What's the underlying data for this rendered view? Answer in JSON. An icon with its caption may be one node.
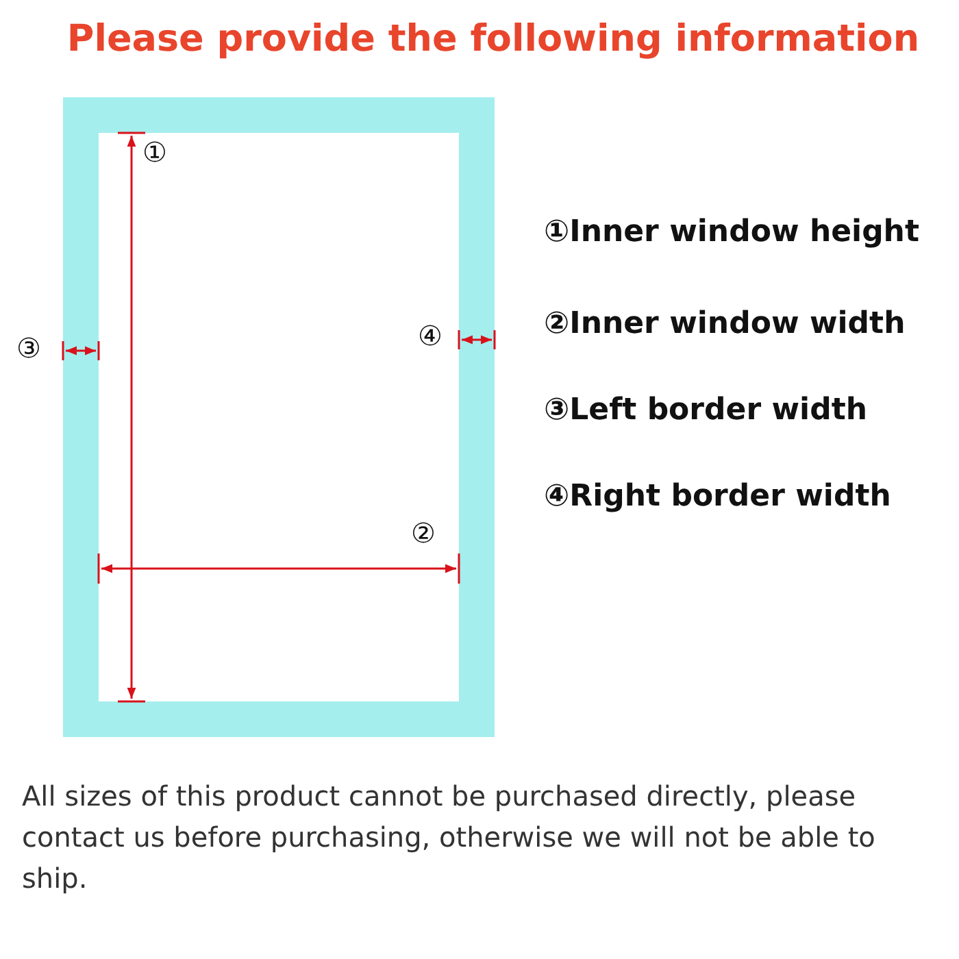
{
  "diagram": {
    "title": "Please provide the following information",
    "labels": [
      "①",
      "②",
      "③",
      "④",
      "①Inner window height",
      "②Inner window width",
      "③Left border width",
      "④Right border width"
    ],
    "caption": "All sizes of this product cannot be purchased directly, please contact us before purchasing, otherwise we will not be able to ship."
  }
}
